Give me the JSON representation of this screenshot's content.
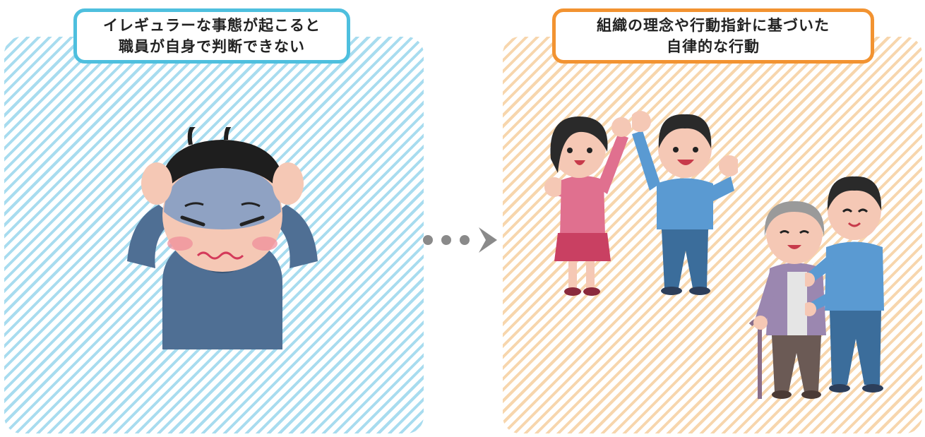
{
  "left_panel": {
    "label_line1": "イレギュラーな事態が起こると",
    "label_line2": "職員が自身で判断できない",
    "stripe_color": "#a8dcef",
    "border_color": "#4ebfde"
  },
  "right_panel": {
    "label_line1": "組織の理念や行動指針に基づいた",
    "label_line2": "自律的な行動",
    "stripe_color": "#f7d6ad",
    "border_color": "#f29331"
  },
  "icons": {
    "left": "troubled-person-icon",
    "right": [
      "cheering-woman-icon",
      "cheering-man-icon",
      "elderly-woman-icon",
      "caregiver-icon"
    ],
    "connector": "dotted-arrow-icon"
  }
}
